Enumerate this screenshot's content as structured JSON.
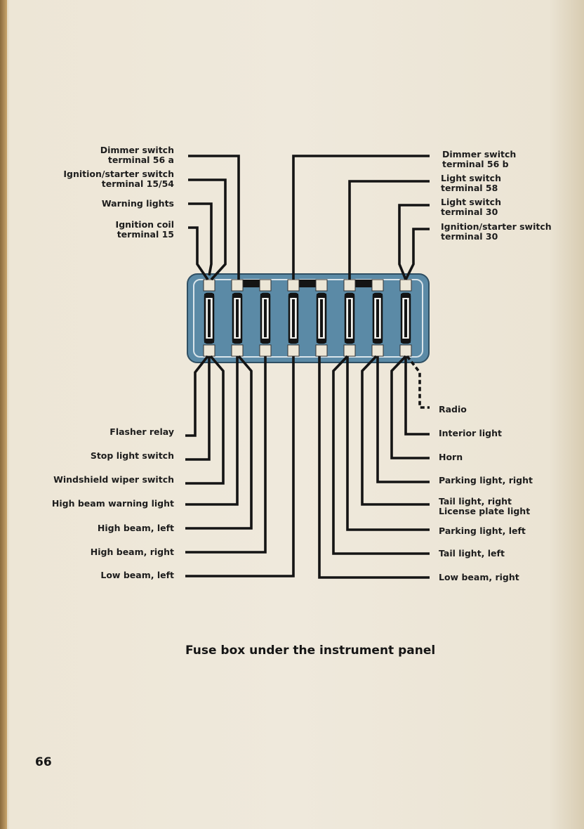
{
  "diagram": {
    "caption": "Fuse box under the instrument panel",
    "page_number": "66",
    "top_left_labels": [
      {
        "line1": "Dimmer switch",
        "line2": "terminal 56 a"
      },
      {
        "line1": "Ignition/starter switch",
        "line2": "terminal 15/54"
      },
      {
        "line1": "Warning lights",
        "line2": ""
      },
      {
        "line1": "Ignition coil",
        "line2": "terminal 15"
      }
    ],
    "top_right_labels": [
      {
        "line1": "Dimmer switch",
        "line2": "terminal 56 b"
      },
      {
        "line1": "Light switch",
        "line2": "terminal 58"
      },
      {
        "line1": "Light switch",
        "line2": "terminal 30"
      },
      {
        "line1": "Ignition/starter switch",
        "line2": "terminal 30"
      }
    ],
    "bottom_left_labels": [
      "Flasher relay",
      "Stop light switch",
      "Windshield wiper switch",
      "High beam warning light",
      "High beam, left",
      "High beam, right",
      "Low beam, left"
    ],
    "bottom_right_labels": [
      {
        "line1": "Radio",
        "line2": ""
      },
      {
        "line1": "Interior light",
        "line2": ""
      },
      {
        "line1": "Horn",
        "line2": ""
      },
      {
        "line1": "Parking light, right",
        "line2": ""
      },
      {
        "line1": "Tail light, right",
        "line2": "License plate light"
      },
      {
        "line1": "Parking light, left",
        "line2": ""
      },
      {
        "line1": "Tail light, left",
        "line2": ""
      },
      {
        "line1": "Low beam, right",
        "line2": ""
      }
    ],
    "fuse_count": 8,
    "colors": {
      "fuse_box": "#5b8aa6",
      "wire": "#141414",
      "terminal": "#ece6d6"
    }
  }
}
